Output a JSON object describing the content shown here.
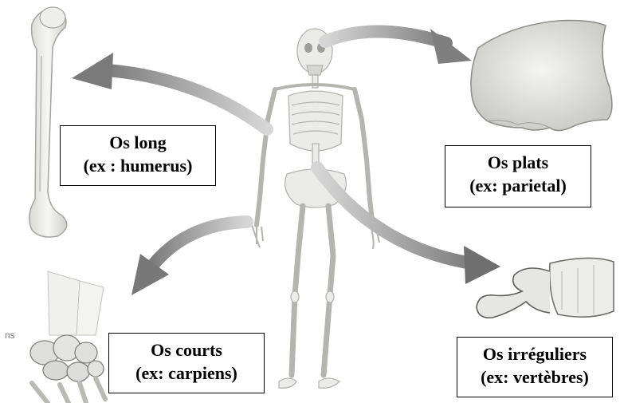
{
  "labels": {
    "long": {
      "line1": "Os long",
      "line2": "(ex : humerus)"
    },
    "plats": {
      "line1": "Os plats",
      "line2": "(ex: parietal)"
    },
    "courts": {
      "line1": "Os courts",
      "line2": "(ex: carpiens)"
    },
    "irreguliers": {
      "line1": "Os irréguliers",
      "line2": "(ex: vertèbres)"
    }
  },
  "fragment_text": "ns",
  "colors": {
    "arrow": "#8c8c8c",
    "bone_fill": "#e9e9e7",
    "bone_stroke": "#9a9a98",
    "box_border": "#000000"
  }
}
